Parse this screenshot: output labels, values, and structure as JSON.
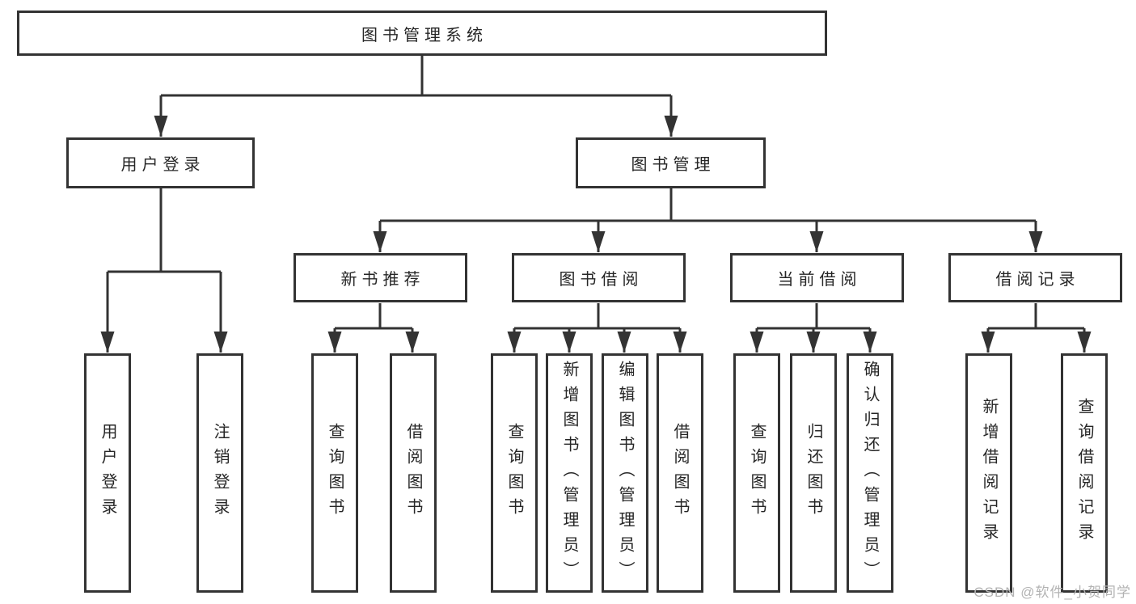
{
  "diagram": {
    "type": "hierarchy-tree",
    "nodes": {
      "root": {
        "label": "图书管理系统"
      },
      "level2": [
        {
          "id": "user-login",
          "label": "用户登录"
        },
        {
          "id": "book-management",
          "label": "图书管理"
        }
      ],
      "level3": [
        {
          "id": "new-book-recommend",
          "parent": "book-management",
          "label": "新书推荐"
        },
        {
          "id": "book-borrowing",
          "parent": "book-management",
          "label": "图书借阅"
        },
        {
          "id": "current-borrowing",
          "parent": "book-management",
          "label": "当前借阅"
        },
        {
          "id": "borrowing-records",
          "parent": "book-management",
          "label": "借阅记录"
        }
      ],
      "leaves": [
        {
          "parent": "user-login",
          "label": "用户登录"
        },
        {
          "parent": "user-login",
          "label": "注销登录"
        },
        {
          "parent": "new-book-recommend",
          "label": "查询图书"
        },
        {
          "parent": "new-book-recommend",
          "label": "借阅图书"
        },
        {
          "parent": "book-borrowing",
          "label": "查询图书"
        },
        {
          "parent": "book-borrowing",
          "label": "新增图书（管理员）"
        },
        {
          "parent": "book-borrowing",
          "label": "编辑图书（管理员）"
        },
        {
          "parent": "book-borrowing",
          "label": "借阅图书"
        },
        {
          "parent": "current-borrowing",
          "label": "查询图书"
        },
        {
          "parent": "current-borrowing",
          "label": "归还图书"
        },
        {
          "parent": "current-borrowing",
          "label": "确认归还（管理员）"
        },
        {
          "parent": "borrowing-records",
          "label": "新增借阅记录"
        },
        {
          "parent": "borrowing-records",
          "label": "查询借阅记录"
        }
      ]
    },
    "watermark": {
      "text": "CSDN @软件_小贺同学"
    },
    "colors": {
      "line": "#333333",
      "text": "#262626",
      "background": "#ffffff",
      "watermark": "#b3b3b3"
    }
  }
}
